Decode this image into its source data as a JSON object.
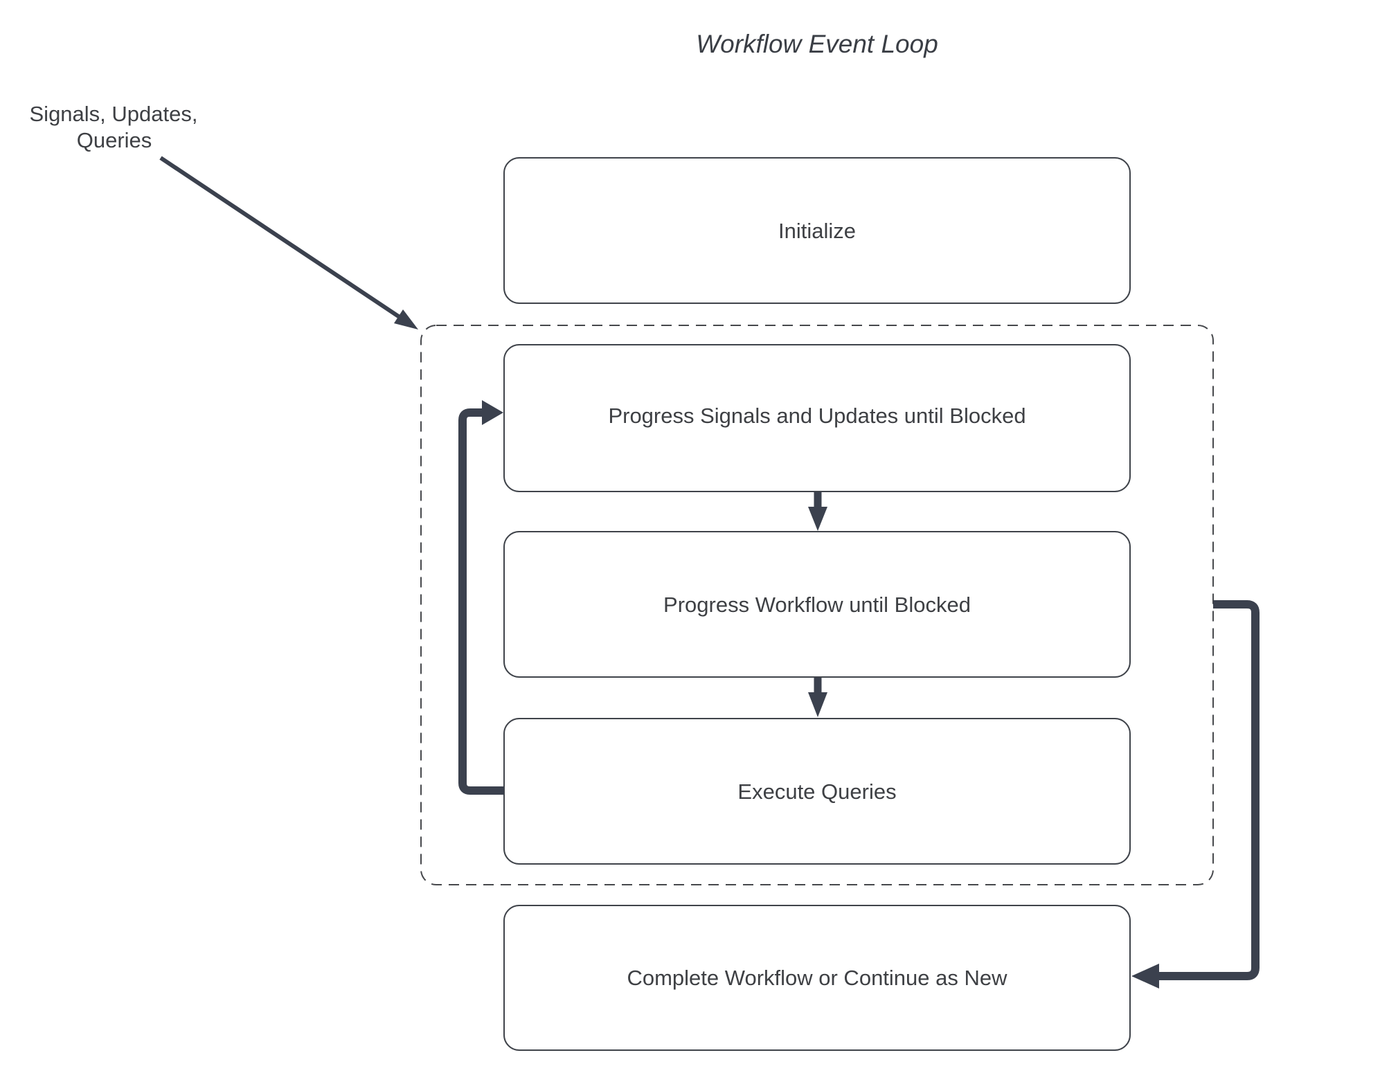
{
  "title": "Workflow Event Loop",
  "annotation": {
    "line1": "Signals, Updates,",
    "line2": "Queries"
  },
  "nodes": {
    "initialize": {
      "label": "Initialize"
    },
    "progress_signals": {
      "label": "Progress Signals and Updates until Blocked"
    },
    "progress_workflow": {
      "label": "Progress Workflow until Blocked"
    },
    "execute_queries": {
      "label": "Execute Queries"
    },
    "complete_workflow": {
      "label": "Complete Workflow or Continue as New"
    }
  },
  "colors": {
    "background": "#ffffff",
    "box_border": "#3f434a",
    "dashed_border": "#46484c",
    "connector": "#3b414e",
    "text": "#3e4044",
    "title_text": "#3a3e45"
  }
}
